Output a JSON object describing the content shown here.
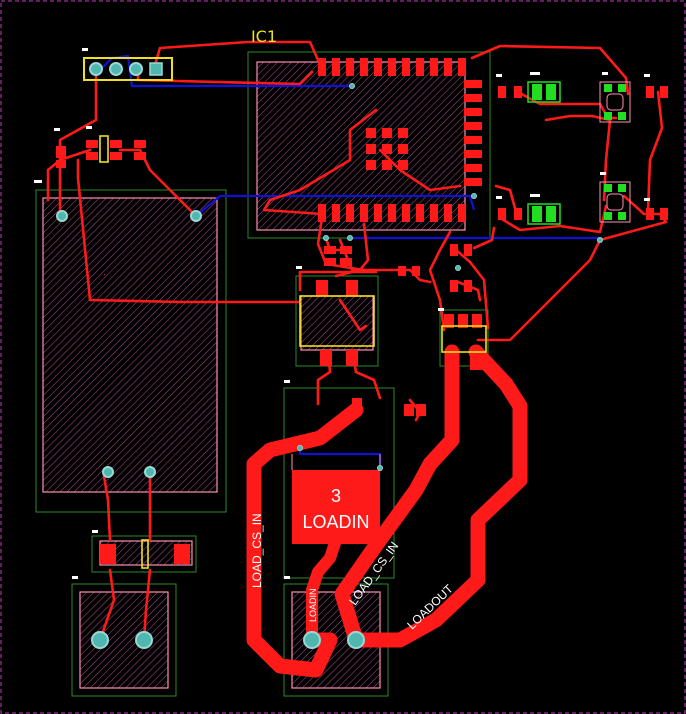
{
  "board": {
    "ic1_label": "IC1",
    "pad3_number": "3",
    "pad3_name": "LOADIN",
    "net_labels": {
      "load_cs_in_left": "LOAD_CS_IN",
      "load_cs_in_right": "LOAD_CS_IN",
      "loadout": "LOADOUT",
      "loadin": "LOADIN"
    }
  },
  "colors": {
    "background": "#000000",
    "top_copper": "#ff1a1a",
    "bottom_copper": "#1010d8",
    "silkscreen": "#ff8fb0",
    "hatch": "#c05898",
    "outline": "#2a8c2a",
    "highlight": "#f0e020",
    "pad_hole": "#4fb6b0",
    "led_body": "#22dd22",
    "board_edge": "#c040c0"
  },
  "icons": {
    "via": "via-icon",
    "through_hole": "through-hole-pad-icon"
  }
}
